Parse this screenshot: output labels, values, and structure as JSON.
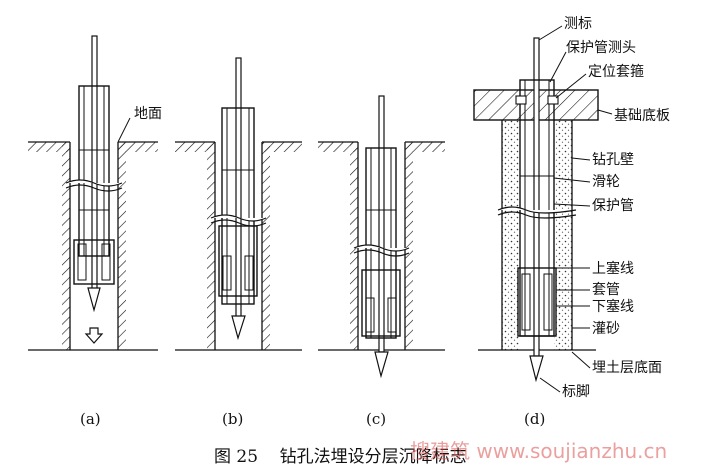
{
  "labels": {
    "ground": "地面",
    "marker_rod": "测标",
    "probe_head": "保护管测头",
    "positioning_hoop": "定位套箍",
    "foundation_slab": "基础底板",
    "borehole_wall": "钻孔壁",
    "pulley": "滑轮",
    "protective_pipe": "保护管",
    "upper_plug_line": "上塞线",
    "casing": "套管",
    "lower_plug_line": "下塞线",
    "sand_fill": "灌砂",
    "fill_soil_bottom": "埋土层底面",
    "marker_foot": "标脚"
  },
  "panels": [
    "(a)",
    "(b)",
    "(c)",
    "(d)"
  ],
  "caption": "图 25    钻孔法埋设分层沉降标志",
  "watermark": "搜建筑 www.soujianzhu.cn"
}
